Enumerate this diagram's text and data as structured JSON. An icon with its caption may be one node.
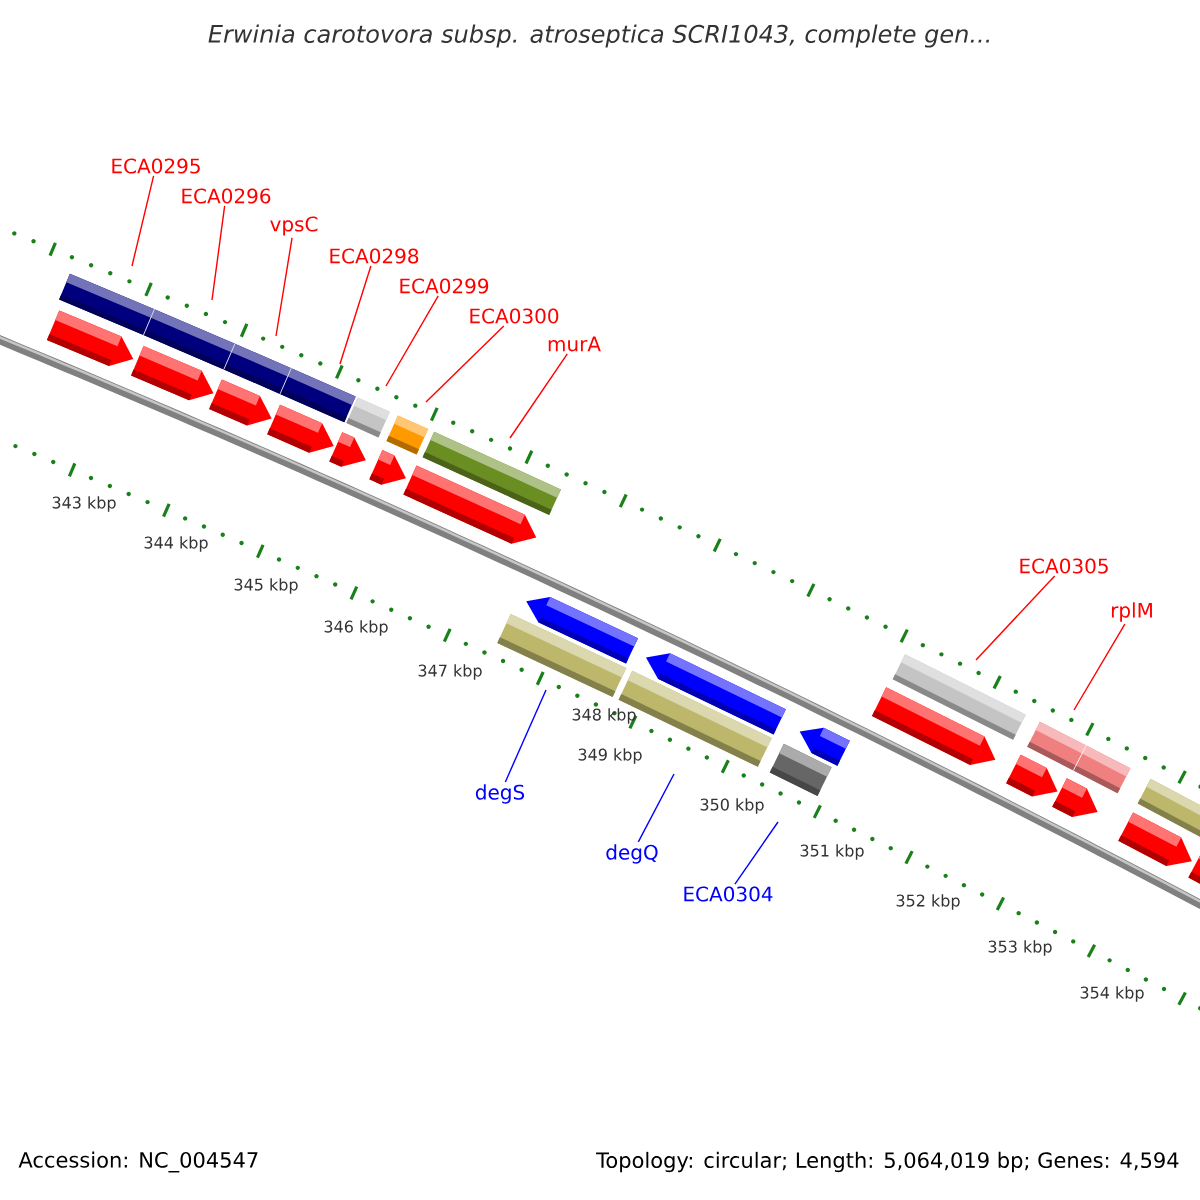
{
  "diagram": {
    "title": "Erwinia carotovora subsp. atroseptica SCRI1043, complete gen...",
    "nodes": [
      {
        "text": [
          "ECA0295"
        ]
      },
      {
        "text": [
          "ECA0296"
        ]
      },
      {
        "text": [
          "vpsC"
        ]
      },
      {
        "text": [
          "ECA0298"
        ]
      },
      {
        "text": [
          "ECA0299"
        ]
      },
      {
        "text": [
          "ECA0300"
        ]
      },
      {
        "text": [
          "murA"
        ]
      },
      {
        "text": [
          "ECA0305"
        ]
      },
      {
        "text": [
          "rplM"
        ]
      },
      {
        "text": [
          "degS"
        ]
      },
      {
        "text": [
          "degQ"
        ]
      },
      {
        "text": [
          "ECA0304"
        ]
      }
    ],
    "edges": [
      {
        "from": 0,
        "to": null,
        "arrow": "none"
      },
      {
        "from": 1,
        "to": null,
        "arrow": "none"
      },
      {
        "from": 2,
        "to": null,
        "arrow": "none"
      },
      {
        "from": 3,
        "to": null,
        "arrow": "none"
      },
      {
        "from": 4,
        "to": null,
        "arrow": "none"
      },
      {
        "from": 5,
        "to": null,
        "arrow": "none"
      },
      {
        "from": 6,
        "to": null,
        "arrow": "none"
      },
      {
        "from": 7,
        "to": null,
        "arrow": "none"
      },
      {
        "from": 8,
        "to": null,
        "arrow": "none"
      },
      {
        "from": 9,
        "to": null,
        "arrow": "none",
        "color": "#0000ff"
      },
      {
        "from": 10,
        "to": null,
        "arrow": "none",
        "color": "#0000ff"
      },
      {
        "from": 11,
        "to": null,
        "arrow": "none",
        "color": "#0000ff"
      }
    ],
    "labels": [
      "343 kbp",
      "344 kbp",
      "345 kbp",
      "346 kbp",
      "347 kbp",
      "348 kbp",
      "349 kbp",
      "350 kbp",
      "351 kbp",
      "352 kbp",
      "353 kbp",
      "354 kbp",
      "Accession: NC_004547",
      "Topology: circular; Length: 5,064,019 bp; Genes: 4,594"
    ]
  }
}
